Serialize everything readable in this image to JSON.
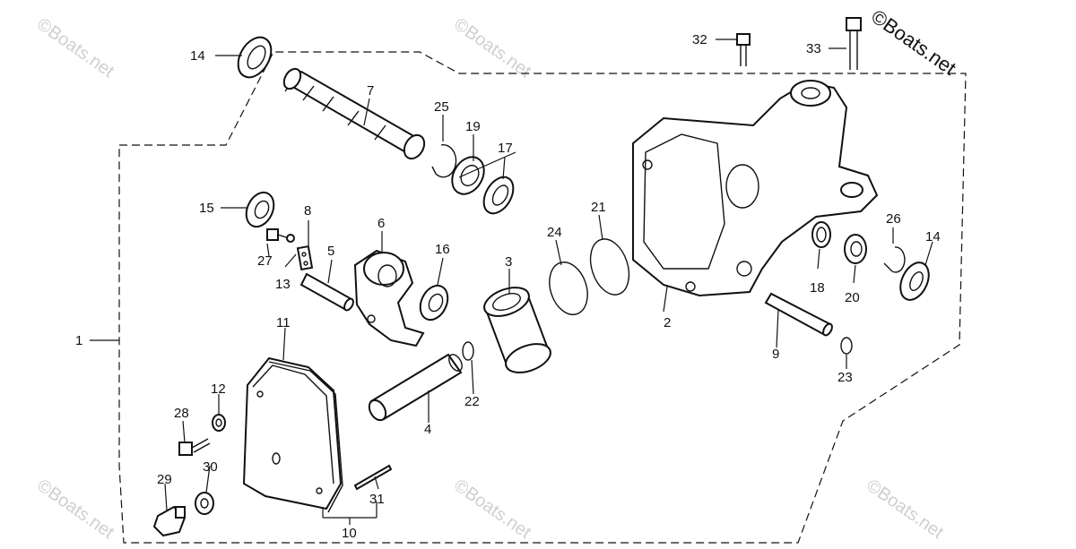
{
  "watermark_main": "©Boats.net",
  "watermark_faint": "©Boats.net",
  "callouts": {
    "p1": "1",
    "p2": "2",
    "p3": "3",
    "p4": "4",
    "p5": "5",
    "p6": "6",
    "p7": "7",
    "p8": "8",
    "p9": "9",
    "p10": "10",
    "p11": "11",
    "p12": "12",
    "p13": "13",
    "p14a": "14",
    "p14b": "14",
    "p15": "15",
    "p16": "16",
    "p17": "17",
    "p18": "18",
    "p19": "19",
    "p20": "20",
    "p21": "21",
    "p22": "22",
    "p23": "23",
    "p24": "24",
    "p25": "25",
    "p26": "26",
    "p27": "27",
    "p28": "28",
    "p29": "29",
    "p30": "30",
    "p31": "31",
    "p32": "32",
    "p33": "33"
  }
}
